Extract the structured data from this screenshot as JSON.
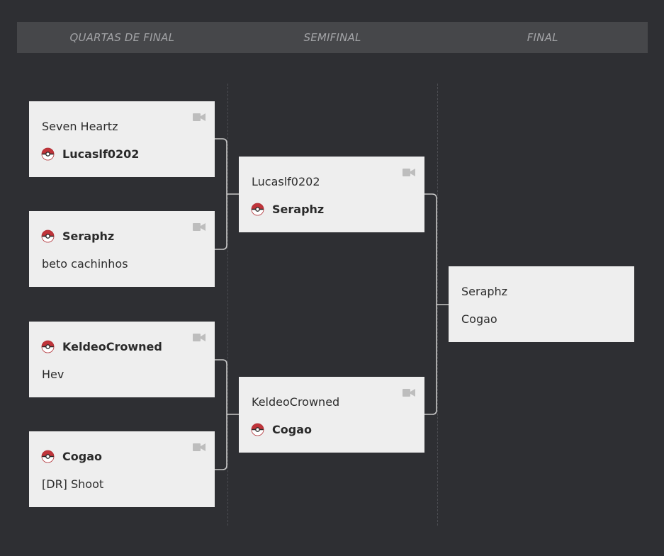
{
  "rounds": {
    "quarterfinal": "QUARTAS DE FINAL",
    "semifinal": "SEMIFINAL",
    "final": "FINAL"
  },
  "matches": {
    "qf1": {
      "player1": "Seven Heartz",
      "player2": "Lucaslf0202",
      "winner": "player2"
    },
    "qf2": {
      "player1": "Seraphz",
      "player2": "beto cachinhos",
      "winner": "player1"
    },
    "qf3": {
      "player1": "KeldeoCrowned",
      "player2": "Hev",
      "winner": "player1"
    },
    "qf4": {
      "player1": "Cogao",
      "player2": "[DR] Shoot",
      "winner": "player1"
    },
    "sf1": {
      "player1": "Lucaslf0202",
      "player2": "Seraphz",
      "winner": "player2"
    },
    "sf2": {
      "player1": "KeldeoCrowned",
      "player2": "Cogao",
      "winner": "player2"
    },
    "final": {
      "player1": "Seraphz",
      "player2": "Cogao"
    }
  },
  "icons": {
    "winner": "pokeball-icon",
    "replay": "video-camera-icon"
  },
  "colors": {
    "background": "#2e2f33",
    "header": "#46474a",
    "card": "#eeeeee",
    "pokeball_red": "#c0343a",
    "connector": "#c8c8c8"
  }
}
